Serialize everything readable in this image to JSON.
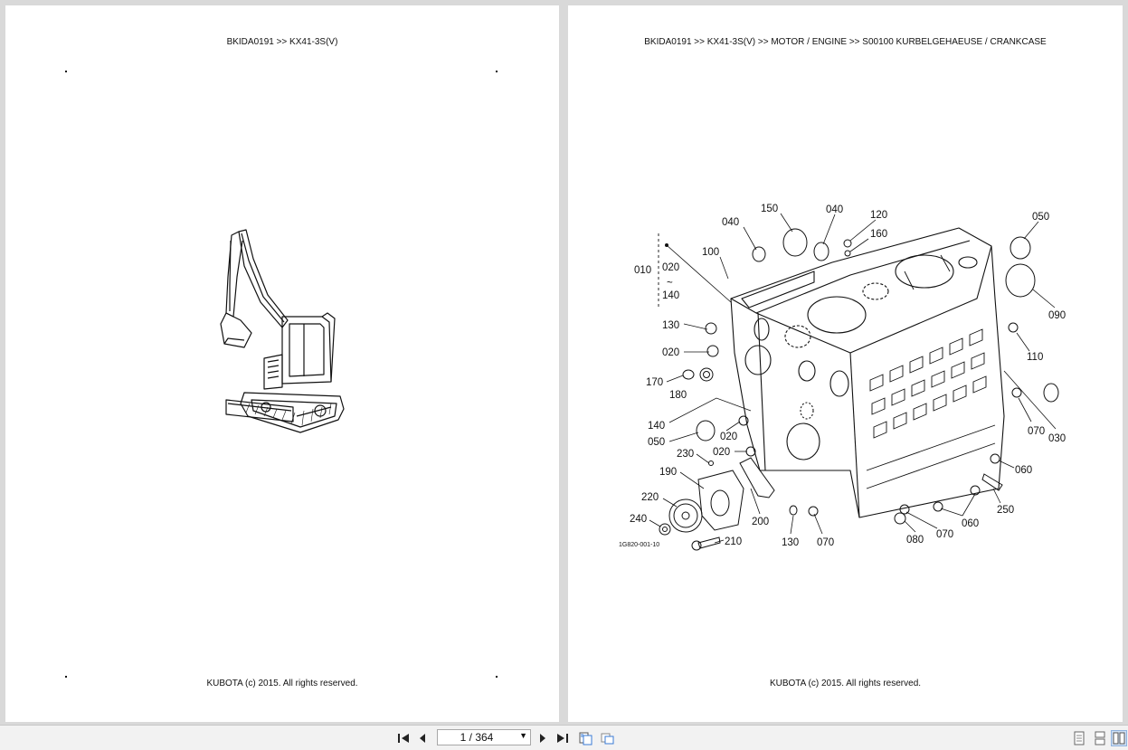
{
  "left_page": {
    "header": "BKIDA0191 >> KX41-3S(V)",
    "footer": "KUBOTA (c) 2015. All rights reserved."
  },
  "right_page": {
    "header": "BKIDA0191 >> KX41-3S(V) >> MOTOR / ENGINE >> S00100   KURBELGEHAEUSE / CRANKCASE",
    "footer": "KUBOTA (c) 2015. All rights reserved.",
    "drawing_code": "1G820-001-10",
    "part_labels": {
      "p150": "150",
      "p040a": "040",
      "p040b": "040",
      "p120": "120",
      "p160": "160",
      "p050a": "050",
      "p100": "100",
      "p010": "010",
      "p020a": "020",
      "p_tilde": "~",
      "p140a": "140",
      "p090": "090",
      "p130a": "130",
      "p110": "110",
      "p020b": "020",
      "p170": "170",
      "p180": "180",
      "p030": "030",
      "p070a": "070",
      "p140b": "140",
      "p050b": "050",
      "p020c": "020",
      "p020d": "020",
      "p230": "230",
      "p060a": "060",
      "p190": "190",
      "p250": "250",
      "p220": "220",
      "p060b": "060",
      "p200": "200",
      "p240": "240",
      "p210": "210",
      "p130b": "130",
      "p070b": "070",
      "p080": "080",
      "p070c": "070"
    }
  },
  "toolbar": {
    "page_indicator": "1 / 364",
    "icons": [
      "first-page-icon",
      "prev-page-icon",
      "next-page-icon",
      "last-page-icon",
      "fit-page-icon",
      "fit-width-icon",
      "single-page-icon",
      "continuous-page-icon",
      "two-page-icon"
    ]
  }
}
